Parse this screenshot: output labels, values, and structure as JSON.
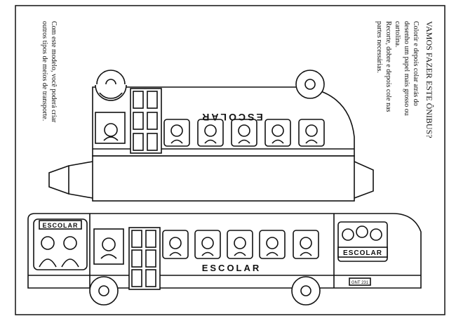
{
  "instructions": {
    "title": "VAMOS FAZER ESTE ÔNIBUS?",
    "lines": [
      "Colorir e depois colar atrás do",
      "desenho um papel mais grosso ou",
      "cartolina.",
      "Recorte, dobre e depois cole nas",
      "partes necessárias."
    ]
  },
  "note": {
    "lines": [
      "Com este modelo, você poderá criar",
      "outros tipos de meios de transporte."
    ]
  },
  "bus": {
    "side_label": "ESCOLAR",
    "top_side_label": "ESCOLAR",
    "front_sign": "ESCOLAR",
    "rear_sign": "ESCOLAR",
    "plate": "GNT 231"
  },
  "colors": {
    "ink": "#111111",
    "paper": "#ffffff"
  }
}
